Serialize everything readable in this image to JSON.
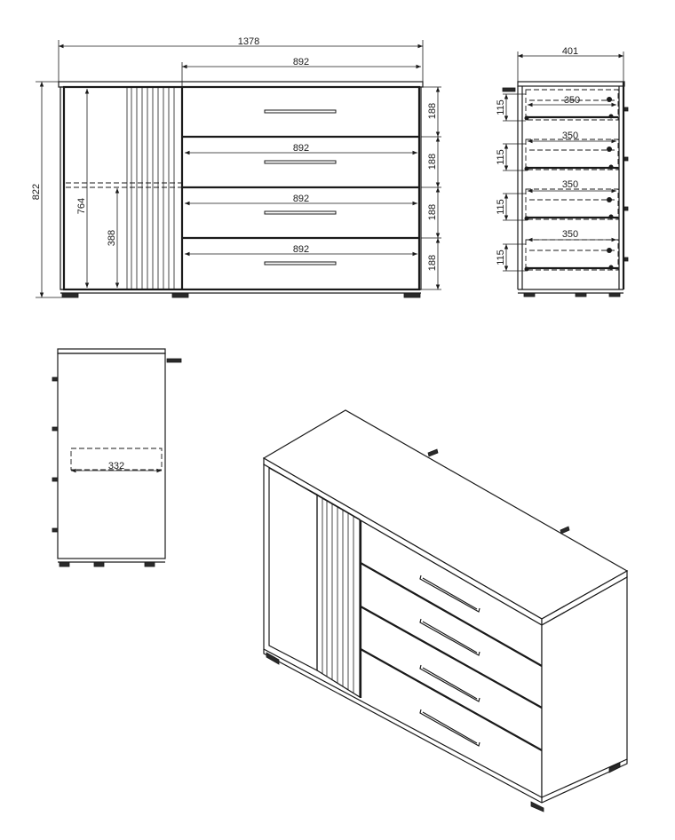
{
  "front_view": {
    "total_width": "1378",
    "drawer_width": "892",
    "drawer_widths": [
      "892",
      "892",
      "892",
      "892"
    ],
    "total_height": "822",
    "door_height": "764",
    "shelf_height": "388",
    "drawer_front_heights": [
      "188",
      "188",
      "188",
      "188"
    ]
  },
  "side_view": {
    "depth": "401",
    "drawer_depths": [
      "350",
      "350",
      "350",
      "350"
    ],
    "drawer_box_heights": [
      "115",
      "115",
      "115",
      "115"
    ]
  },
  "section_view": {
    "shelf_depth": "332"
  },
  "colors": {
    "line": "#1a1a1a",
    "background": "#ffffff"
  }
}
